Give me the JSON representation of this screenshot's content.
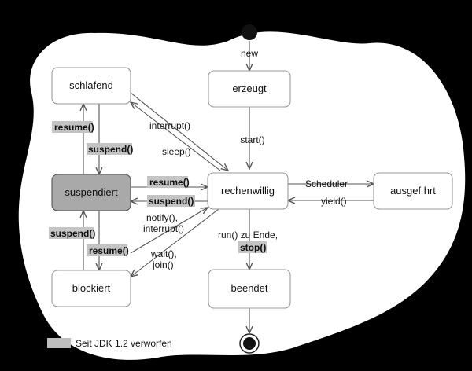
{
  "states": {
    "schlafend": "schlafend",
    "erzeugt": "erzeugt",
    "suspendiert": "suspendiert",
    "rechenwillig": "rechenwillig",
    "ausgefuehrt": "ausgef hrt",
    "blockiert": "blockiert",
    "beendet": "beendet"
  },
  "transitions": {
    "new": "new",
    "start": "start()",
    "interrupt": "interrupt()",
    "sleep": "sleep()",
    "resume_left": "resume()",
    "suspend_left": "suspend()",
    "resume_mid": "resume()",
    "suspend_mid": "suspend()",
    "suspend_lower": "suspend()",
    "resume_lower": "resume()",
    "notify": "notify(),",
    "interrupt2": "interrupt()",
    "wait": "wait(),",
    "join": "join()",
    "run_end": "run() zu Ende,",
    "stop": "stop()",
    "scheduler": "Scheduler",
    "yield": "yield()"
  },
  "legend": {
    "text": "Seit JDK 1.2 verworfen",
    "swatch_color": "#bdbdbd"
  },
  "colors": {
    "state_fill": "#ffffff",
    "deprecated_state_fill": "#a9a9a9",
    "highlight": "#c4c4c4",
    "background": "#000000"
  }
}
